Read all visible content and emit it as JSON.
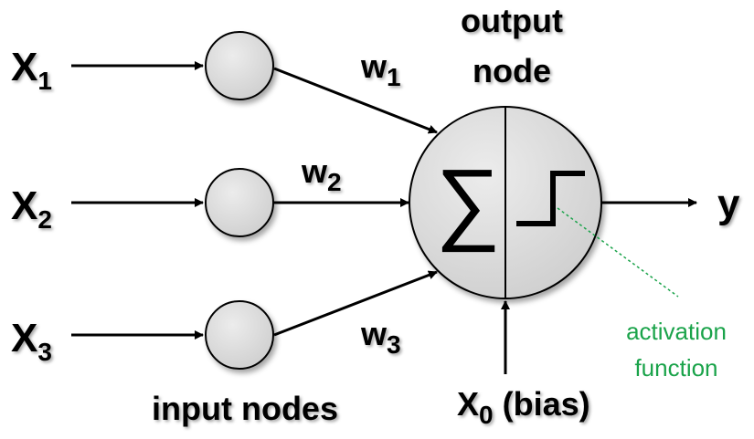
{
  "inputs": [
    {
      "base": "X",
      "sub": "1"
    },
    {
      "base": "X",
      "sub": "2"
    },
    {
      "base": "X",
      "sub": "3"
    }
  ],
  "weights": [
    {
      "base": "w",
      "sub": "1"
    },
    {
      "base": "w",
      "sub": "2"
    },
    {
      "base": "w",
      "sub": "3"
    }
  ],
  "output_node_label": [
    "output",
    "node"
  ],
  "input_nodes_label": "input nodes",
  "sum_symbol": "∑",
  "output_label": "y",
  "bias": {
    "base": "X",
    "sub": "0",
    "suffix": " (bias)"
  },
  "activation_label": [
    "activation",
    "function"
  ],
  "colors": {
    "node_fill": "#d9d9d9",
    "stroke": "#000000",
    "annotation": "#1aa34a"
  }
}
